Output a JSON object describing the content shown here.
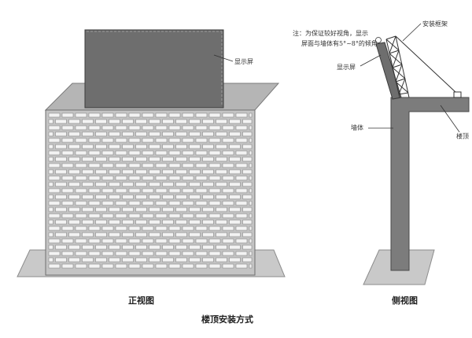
{
  "front_view": {
    "caption": "正视图",
    "screen_label": "显示屏"
  },
  "side_view": {
    "caption": "侧视图",
    "note_lines": [
      "注：为保证较好视角，显示",
      "屏面与墙体有5°~8°的倾角"
    ],
    "frame_label": "安装框架",
    "screen_label": "显示屏",
    "wall_label": "墙体",
    "roof_label": "楼顶"
  },
  "diagram_title": "楼顶安装方式",
  "colors": {
    "screen": "#6e6e6e",
    "ground": "#c9c9c9",
    "roof_top": "#b5b5b5",
    "brick_wall": "#c4c4c4",
    "brick": "#f3f3f3",
    "side_wall": "#7c7c7c",
    "frame_line": "#333333"
  }
}
